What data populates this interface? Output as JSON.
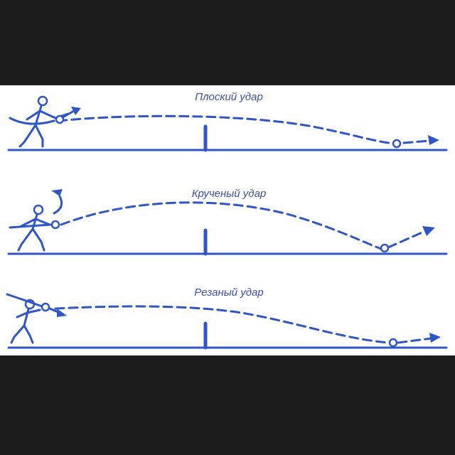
{
  "colors": {
    "background": "#1c1c1c",
    "panel": "#ffffff",
    "ink": "#2f56c6",
    "title_ink": "#3d4ea8"
  },
  "diagrams": [
    {
      "title": "Плоский удар",
      "icon": "player-figure-icon"
    },
    {
      "title": "Крученый удар",
      "icon": "player-figure-icon"
    },
    {
      "title": "Резаный удар",
      "icon": "player-figure-icon"
    }
  ]
}
